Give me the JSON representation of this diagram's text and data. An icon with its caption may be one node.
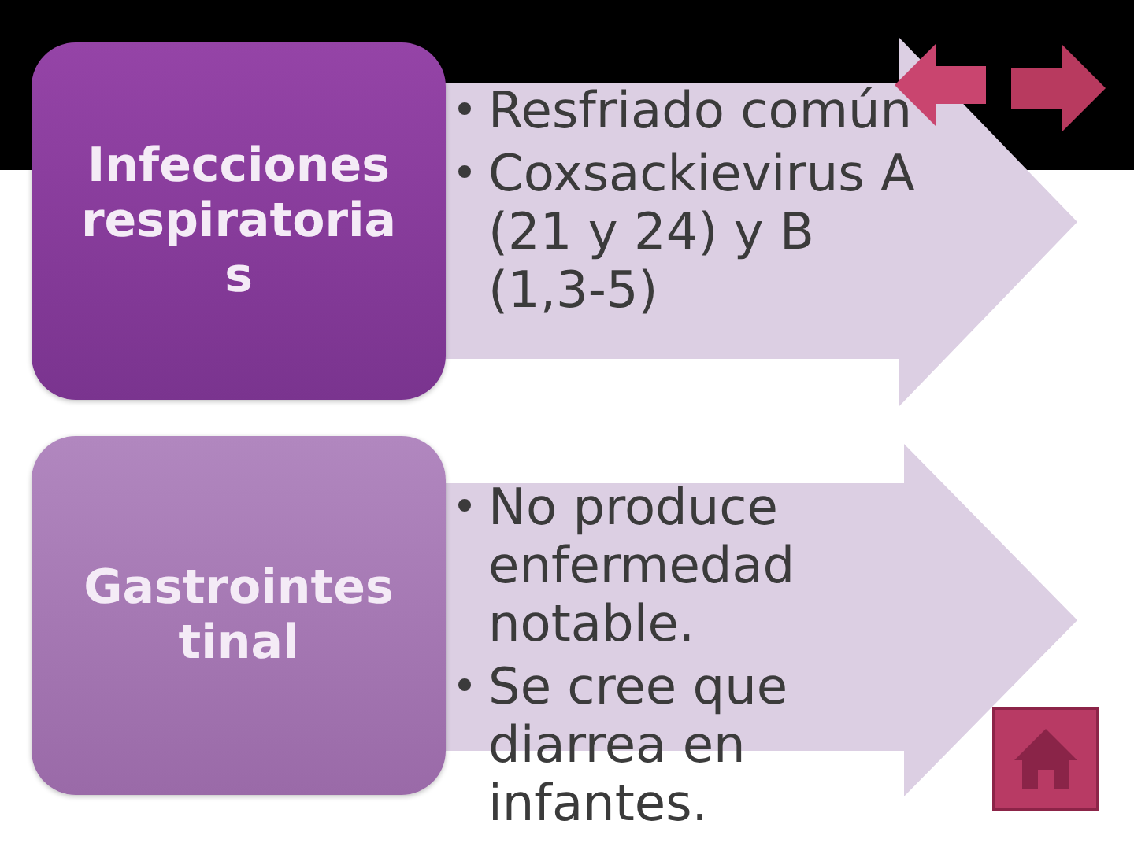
{
  "diagram": {
    "nodes": [
      {
        "text": [
          "Infecciones respiratorias"
        ]
      },
      {
        "text": [
          "Resfriado común",
          "Coxsackievirus A (21 y 24) y B (1,3-5)"
        ]
      },
      {
        "text": [
          "Gastrointestinal"
        ]
      },
      {
        "text": [
          "No produce enfermedad notable.",
          "Se cree que diarrea en infantes."
        ]
      }
    ]
  }
}
